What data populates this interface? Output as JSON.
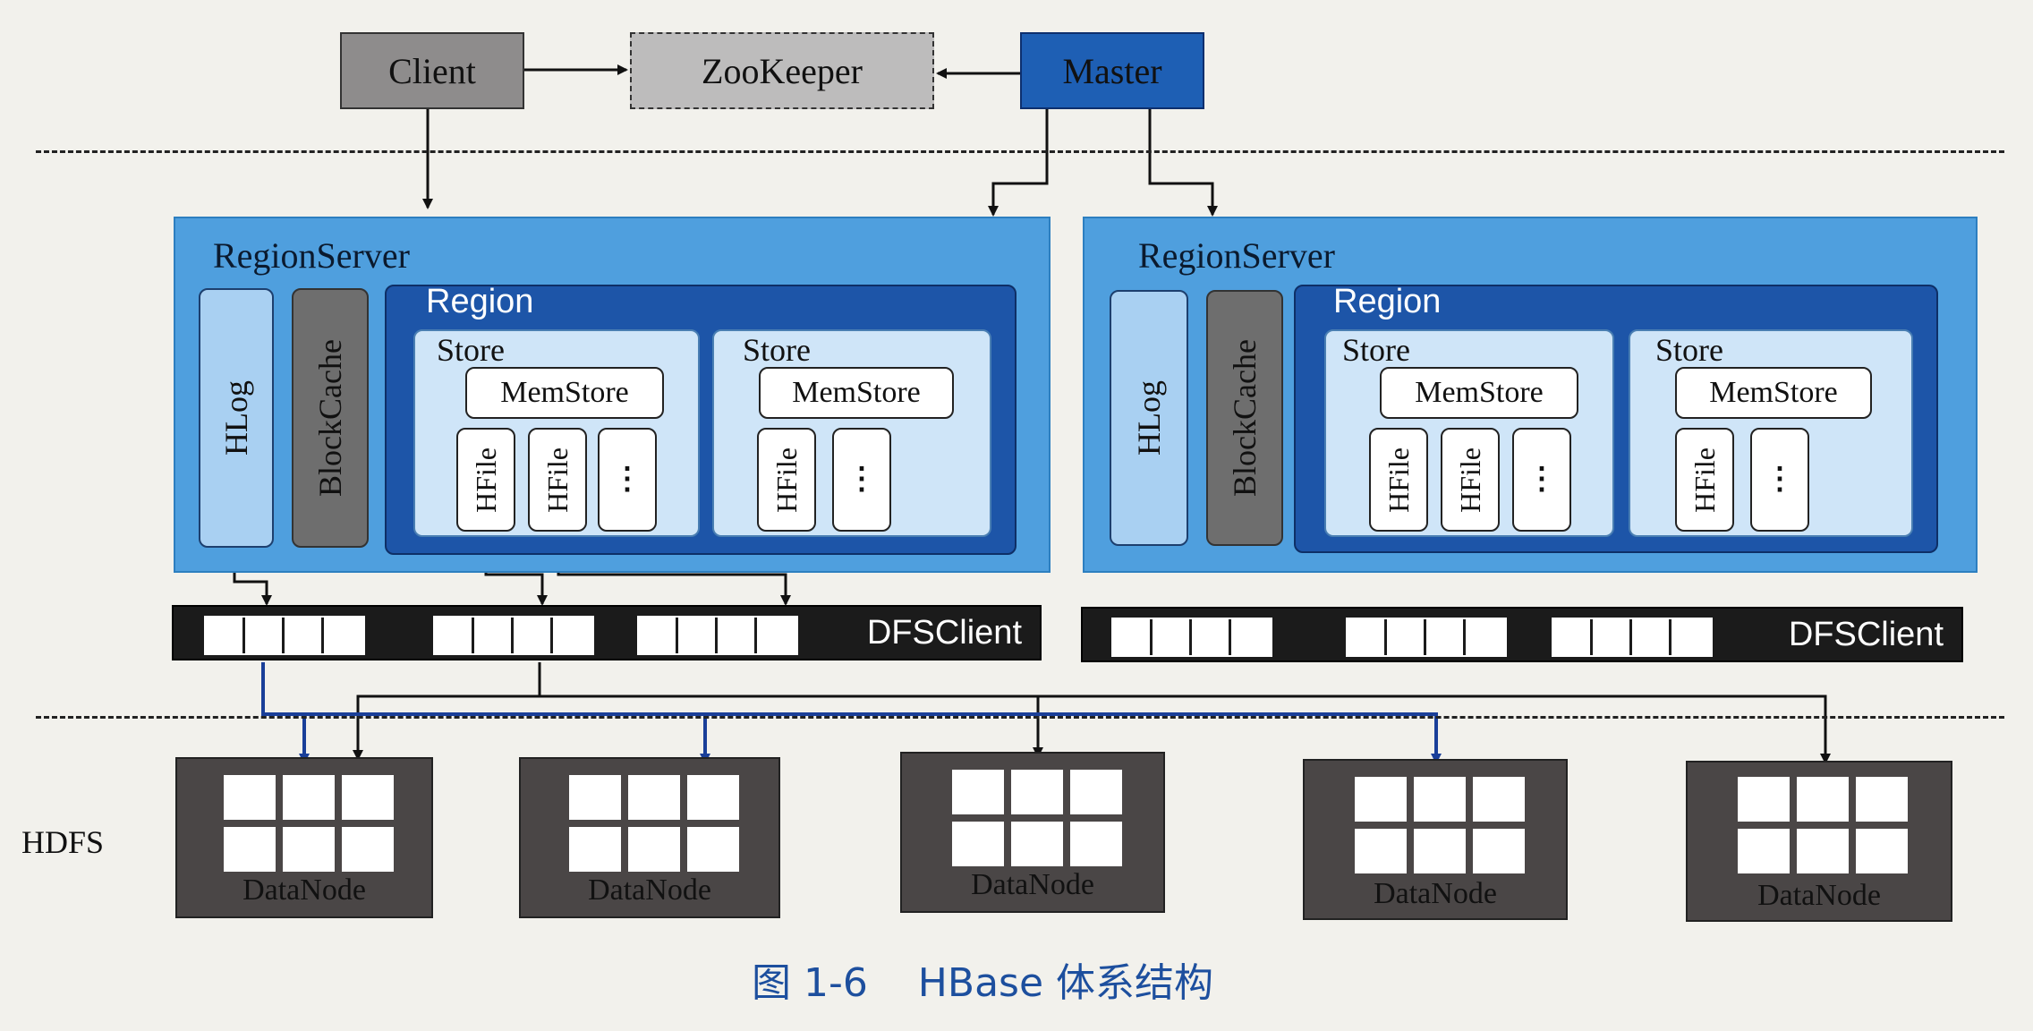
{
  "top": {
    "client": "Client",
    "zookeeper": "ZooKeeper",
    "master": "Master"
  },
  "region_servers": [
    {
      "label": "RegionServer",
      "hlog": "HLog",
      "blockcache": "BlockCache",
      "region": "Region",
      "stores": [
        {
          "label": "Store",
          "memstore": "MemStore",
          "hfiles": [
            "HFile",
            "HFile"
          ],
          "more": "⋮"
        },
        {
          "label": "Store",
          "memstore": "MemStore",
          "hfiles": [
            "HFile"
          ],
          "more": "⋮"
        }
      ],
      "dfsclient": "DFSClient"
    },
    {
      "label": "RegionServer",
      "hlog": "HLog",
      "blockcache": "BlockCache",
      "region": "Region",
      "stores": [
        {
          "label": "Store",
          "memstore": "MemStore",
          "hfiles": [
            "HFile",
            "HFile"
          ],
          "more": "⋮"
        },
        {
          "label": "Store",
          "memstore": "MemStore",
          "hfiles": [
            "HFile"
          ],
          "more": "⋮"
        }
      ],
      "dfsclient": "DFSClient"
    }
  ],
  "hdfs_label": "HDFS",
  "datanodes": [
    "DataNode",
    "DataNode",
    "DataNode",
    "DataNode",
    "DataNode"
  ],
  "caption": "图 1-6    HBase 体系结构",
  "colors": {
    "regionserver": "#4f9fde",
    "region": "#1d55a8",
    "store": "#cfe5f8",
    "master": "#1e5fb4",
    "client": "#8e8c8c",
    "zookeeper": "#bdbcbc",
    "datanode": "#4a4646",
    "arrow_blue": "#1a3f99"
  }
}
